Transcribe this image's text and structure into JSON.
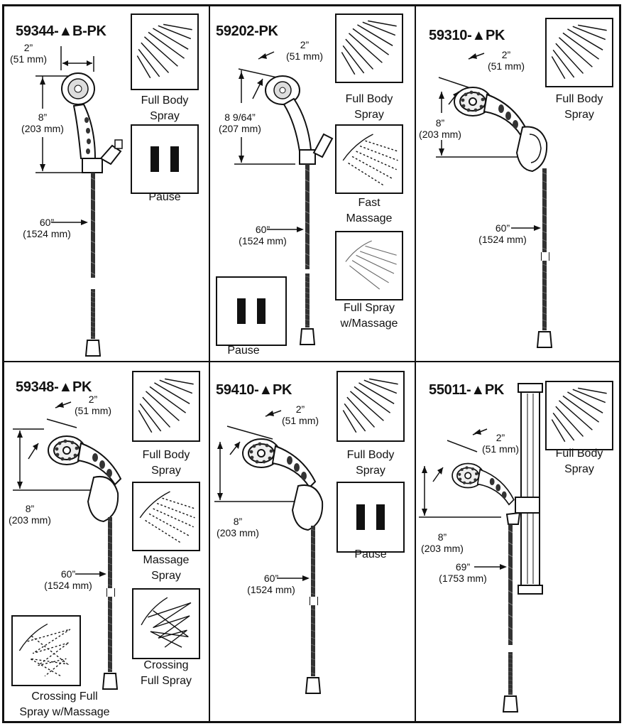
{
  "cells": [
    {
      "model": "59344-▲B-PK",
      "dims": {
        "head_in": "2”",
        "head_mm": "(51 mm)",
        "height_in": "8”",
        "height_mm": "(203 mm)",
        "hose_in": "60”",
        "hose_mm": "(1524 mm)"
      },
      "sprays": [
        "Full Body\nSpray",
        "Pause"
      ]
    },
    {
      "model": "59202-PK",
      "dims": {
        "head_in": "2”",
        "head_mm": "(51 mm)",
        "height_in": "8 9/64”",
        "height_mm": "(207 mm)",
        "hose_in": "60”",
        "hose_mm": "(1524 mm)"
      },
      "sprays": [
        "Full Body\nSpray",
        "Fast\nMassage",
        "Full Spray\nw/Massage",
        "Pause"
      ]
    },
    {
      "model": "59310-▲PK",
      "dims": {
        "head_in": "2”",
        "head_mm": "(51 mm)",
        "height_in": "8”",
        "height_mm": "(203 mm)",
        "hose_in": "60”",
        "hose_mm": "(1524 mm)"
      },
      "sprays": [
        "Full Body\nSpray"
      ]
    },
    {
      "model": "59348-▲PK",
      "dims": {
        "head_in": "2”",
        "head_mm": "(51 mm)",
        "height_in": "8”",
        "height_mm": "(203 mm)",
        "hose_in": "60”",
        "hose_mm": "(1524 mm)"
      },
      "sprays": [
        "Full Body\nSpray",
        "Massage\nSpray",
        "Crossing\nFull Spray",
        "Crossing Full\nSpray w/Massage"
      ]
    },
    {
      "model": "59410-▲PK",
      "dims": {
        "head_in": "2”",
        "head_mm": "(51 mm)",
        "height_in": "8”",
        "height_mm": "(203 mm)",
        "hose_in": "60”",
        "hose_mm": "(1524 mm)"
      },
      "sprays": [
        "Full Body\nSpray",
        "Pause"
      ]
    },
    {
      "model": "55011-▲PK",
      "dims": {
        "head_in": "2”",
        "head_mm": "(51 mm)",
        "height_in": "8”",
        "height_mm": "(203 mm)",
        "hose_in": "69”",
        "hose_mm": "(1753 mm)"
      },
      "sprays": [
        "Full Body\nSpray"
      ]
    }
  ],
  "icons": [
    "full-body-spray-icon",
    "pause-icon",
    "fast-massage-icon",
    "full-spray-massage-icon",
    "massage-spray-icon",
    "crossing-full-spray-icon",
    "crossing-spray-massage-icon",
    "hand-shower-drawing",
    "slide-bar-drawing"
  ]
}
